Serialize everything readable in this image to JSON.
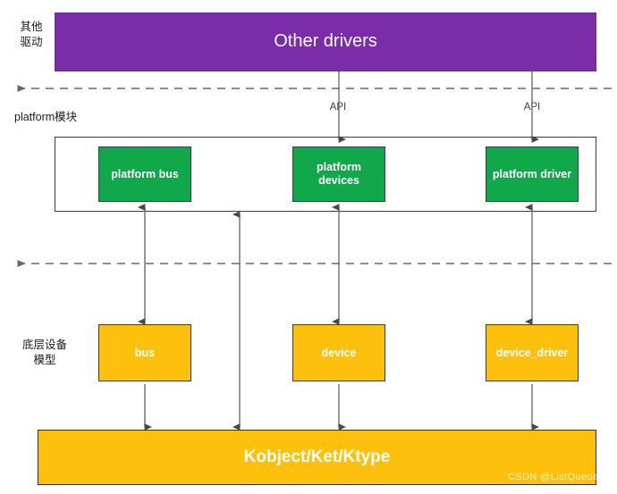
{
  "diagram": {
    "title_bar": {
      "label": "Other drivers",
      "color": "#7B2CA8"
    },
    "side_labels": [
      {
        "name": "other-drivers-label",
        "text": "其他\n驱动"
      },
      {
        "name": "platform-module-label",
        "text": "platform模块"
      },
      {
        "name": "device-model-label",
        "text": "底层设备\n模型"
      }
    ],
    "edge_labels": [
      {
        "name": "api-label-left",
        "text": "API"
      },
      {
        "name": "api-label-right",
        "text": "API"
      }
    ],
    "platform_layer": {
      "boxes": [
        {
          "name": "platform-bus-box",
          "label": "platform bus"
        },
        {
          "name": "platform-devices-box",
          "label": "platform\ndevices"
        },
        {
          "name": "platform-driver-box",
          "label": "platform driver"
        }
      ],
      "color": "#10A84B"
    },
    "device_model_layer": {
      "boxes": [
        {
          "name": "bus-box",
          "label": "bus"
        },
        {
          "name": "device-box",
          "label": "device"
        },
        {
          "name": "device-driver-box",
          "label": "device_driver"
        }
      ],
      "color": "#FDC10D"
    },
    "base_bar": {
      "label": "Kobject/Ket/Ktype",
      "color": "#FDC10D"
    },
    "watermark": "CSDN  @ListQueue",
    "colors": {
      "purple": "#7B2CA8",
      "green": "#10A84B",
      "orange": "#FDC10D",
      "stroke": "#3b3b4a",
      "dashed": "#6b6480"
    }
  }
}
